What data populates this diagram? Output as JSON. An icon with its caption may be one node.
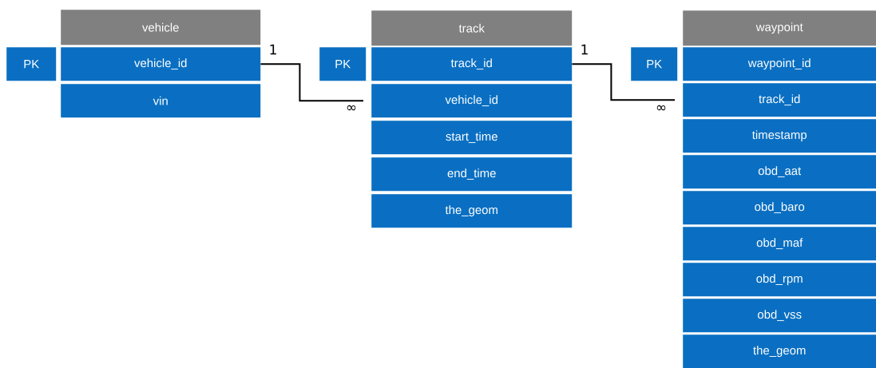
{
  "diagram": {
    "nodes": [
      {
        "text": [
          "vehicle"
        ]
      },
      {
        "text": [
          "PK"
        ]
      },
      {
        "text": [
          "vehicle_id"
        ]
      },
      {
        "text": [
          "vin"
        ]
      },
      {
        "text": [
          "track"
        ]
      },
      {
        "text": [
          "PK"
        ]
      },
      {
        "text": [
          "track_id"
        ]
      },
      {
        "text": [
          "vehicle_id"
        ]
      },
      {
        "text": [
          "start_time"
        ]
      },
      {
        "text": [
          "end_time"
        ]
      },
      {
        "text": [
          "the_geom"
        ]
      },
      {
        "text": [
          "waypoint"
        ]
      },
      {
        "text": [
          "PK"
        ]
      },
      {
        "text": [
          "waypoint_id"
        ]
      },
      {
        "text": [
          "track_id"
        ]
      },
      {
        "text": [
          "timestamp"
        ]
      },
      {
        "text": [
          "obd_aat"
        ]
      },
      {
        "text": [
          "obd_baro"
        ]
      },
      {
        "text": [
          "obd_maf"
        ]
      },
      {
        "text": [
          "obd_rpm"
        ]
      },
      {
        "text": [
          "obd_vss"
        ]
      },
      {
        "text": [
          "the_geom"
        ]
      }
    ],
    "edges": [
      {
        "from": 2,
        "to": 7,
        "arrow": "none"
      },
      {
        "from": 6,
        "to": 14,
        "arrow": "none"
      }
    ],
    "labels": [
      "1",
      "∞",
      "1",
      "∞"
    ]
  }
}
